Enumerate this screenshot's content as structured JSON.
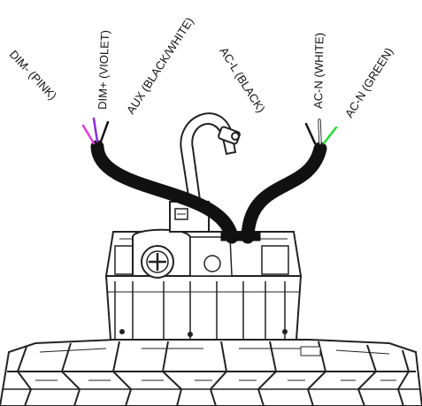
{
  "labels": {
    "dim_minus": "DIM- (PINK)",
    "dim_plus": "DIM+ (VIOLET)",
    "aux": "AUX (BLACK/WHITE)",
    "ac_l": "AC-L (BLACK)",
    "ac_n_white": "AC-N (WHITE)",
    "ac_n_green": "AC-N (GREEN)"
  },
  "colors": {
    "pink": "#e23ad8",
    "violet": "#8a2be2",
    "black": "#111111",
    "white": "#ffffff",
    "green": "#22dd33",
    "outline": "#222222",
    "fill": "#ffffff"
  }
}
